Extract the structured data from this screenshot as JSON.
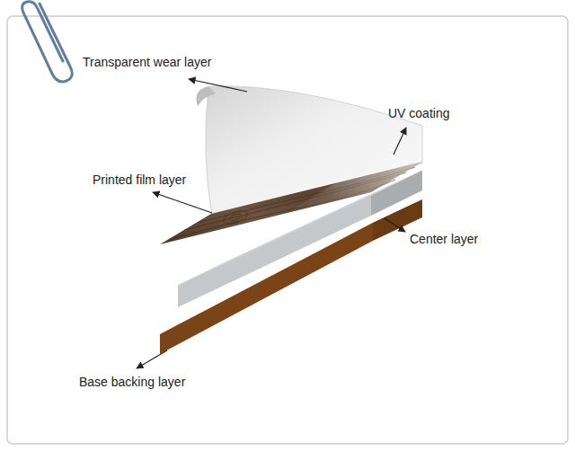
{
  "diagram": {
    "labels": [
      "Transparent wear layer",
      "UV coating",
      "Printed film layer",
      "Center layer",
      "Base backing layer"
    ]
  }
}
